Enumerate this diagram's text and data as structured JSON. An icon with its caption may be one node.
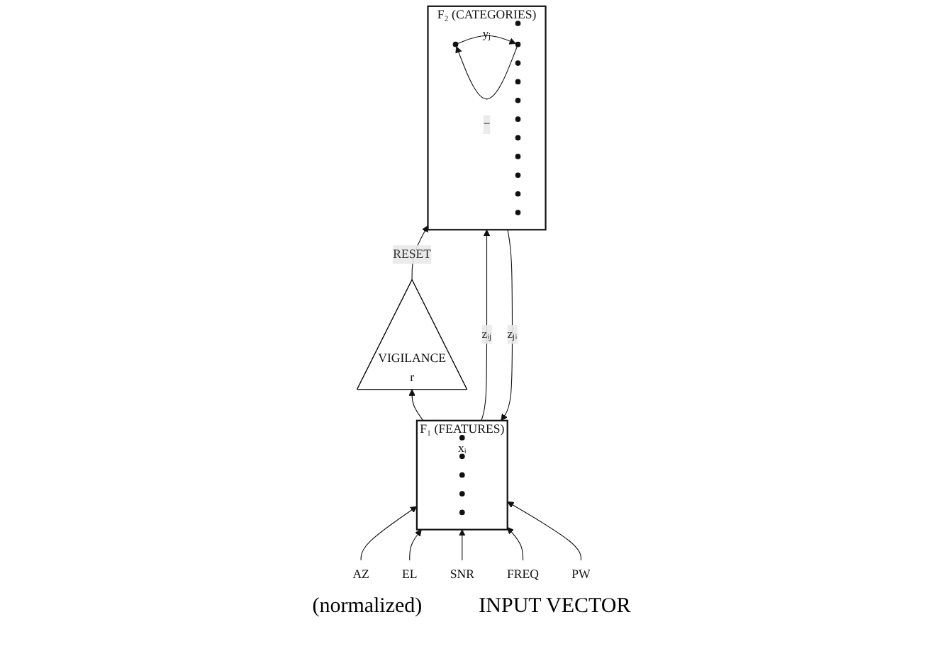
{
  "diagram": {
    "nodes": [
      {
        "text": [
          "VIGILANCE",
          "r"
        ]
      },
      {
        "text": [
          "F₂ (CATEGORIES)",
          "yⱼ"
        ]
      },
      {
        "text": [],
        "shape": "circle",
        "in": 1
      },
      {
        "text": [],
        "shape": "circle",
        "in": 1
      },
      {
        "text": [],
        "shape": "circle",
        "in": 1
      },
      {
        "text": [],
        "shape": "circle",
        "in": 1
      },
      {
        "text": [],
        "shape": "circle",
        "in": 1
      },
      {
        "text": [],
        "shape": "circle",
        "in": 1
      },
      {
        "text": [],
        "shape": "circle",
        "in": 1
      },
      {
        "text": [],
        "shape": "circle",
        "in": 1
      },
      {
        "text": [],
        "shape": "circle",
        "in": 1
      },
      {
        "text": [],
        "shape": "circle",
        "in": 1
      },
      {
        "text": [],
        "shape": "circle",
        "in": 1
      },
      {
        "text": [],
        "shape": "circle",
        "in": 1
      },
      {
        "text": [
          "F₁ (FEATURES)",
          "xᵢ"
        ]
      },
      {
        "text": [],
        "shape": "circle",
        "in": 14
      },
      {
        "text": [],
        "shape": "circle",
        "in": 14
      },
      {
        "text": [],
        "shape": "circle",
        "in": 14
      },
      {
        "text": [],
        "shape": "circle",
        "in": 14
      },
      {
        "text": [],
        "shape": "circle",
        "in": 14
      },
      {
        "text": [
          "AZ"
        ]
      },
      {
        "text": [
          "EL"
        ]
      },
      {
        "text": [
          "SNR"
        ]
      },
      {
        "text": [
          "FREQ"
        ]
      },
      {
        "text": [
          "PW"
        ]
      }
    ],
    "edges": [
      {
        "from": 0,
        "to": 1,
        "arrow": "to",
        "label": "RESET"
      },
      {
        "from": 14,
        "to": 0,
        "arrow": "to"
      },
      {
        "from": 14,
        "to": 1,
        "arrow": "to",
        "label": "zᵢⱼ"
      },
      {
        "from": 1,
        "to": 14,
        "arrow": "to",
        "label": "zⱼᵢ"
      },
      {
        "from": 7,
        "to": 8,
        "arrow": "to"
      },
      {
        "from": 8,
        "to": 7,
        "arrow": "to",
        "label": "−"
      },
      {
        "from": 20,
        "to": 14,
        "arrow": "to"
      },
      {
        "from": 21,
        "to": 14,
        "arrow": "to"
      },
      {
        "from": 22,
        "to": 14,
        "arrow": "to"
      },
      {
        "from": 23,
        "to": 14,
        "arrow": "to"
      },
      {
        "from": 24,
        "to": 14,
        "arrow": "to"
      }
    ],
    "labels": [
      "(normalized)",
      "INPUT VECTOR"
    ]
  }
}
